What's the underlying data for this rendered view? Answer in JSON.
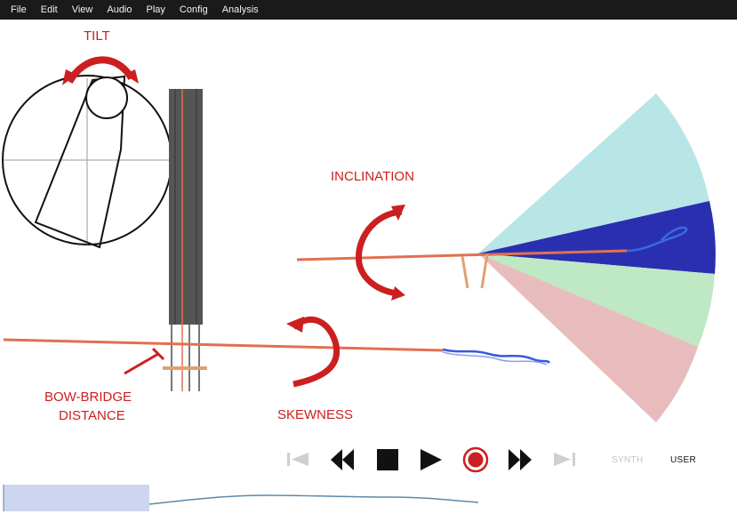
{
  "menubar": {
    "items": [
      {
        "label": "File"
      },
      {
        "label": "Edit"
      },
      {
        "label": "View"
      },
      {
        "label": "Audio"
      },
      {
        "label": "Play"
      },
      {
        "label": "Config"
      },
      {
        "label": "Analysis"
      }
    ]
  },
  "labels": {
    "tilt": "TILT",
    "inclination": "INCLINATION",
    "skewness": "SKEWNESS",
    "bow_bridge_line1": "BOW-BRIDGE",
    "bow_bridge_line2": "DISTANCE"
  },
  "colors": {
    "menubar_bg": "#1a1a1a",
    "annotation_red": "#cc1f1f",
    "bow_orange": "#e07050",
    "fan_cyan": "#b8e6e6",
    "fan_blue": "#2a2fb0",
    "fan_green": "#bfe8c4",
    "fan_pink": "#e8bcbc",
    "trace_blue": "#3a5ad8",
    "strings_dark": "#555555",
    "timeline_fill": "#cdd6ee"
  },
  "transport": {
    "buttons": [
      {
        "name": "skip-back",
        "enabled": false
      },
      {
        "name": "rewind",
        "enabled": true
      },
      {
        "name": "stop",
        "enabled": true
      },
      {
        "name": "play",
        "enabled": true
      },
      {
        "name": "record",
        "enabled": true
      },
      {
        "name": "fast-forward",
        "enabled": true
      },
      {
        "name": "skip-forward",
        "enabled": false
      }
    ],
    "synth_label": "SYNTH",
    "user_label": "USER"
  }
}
